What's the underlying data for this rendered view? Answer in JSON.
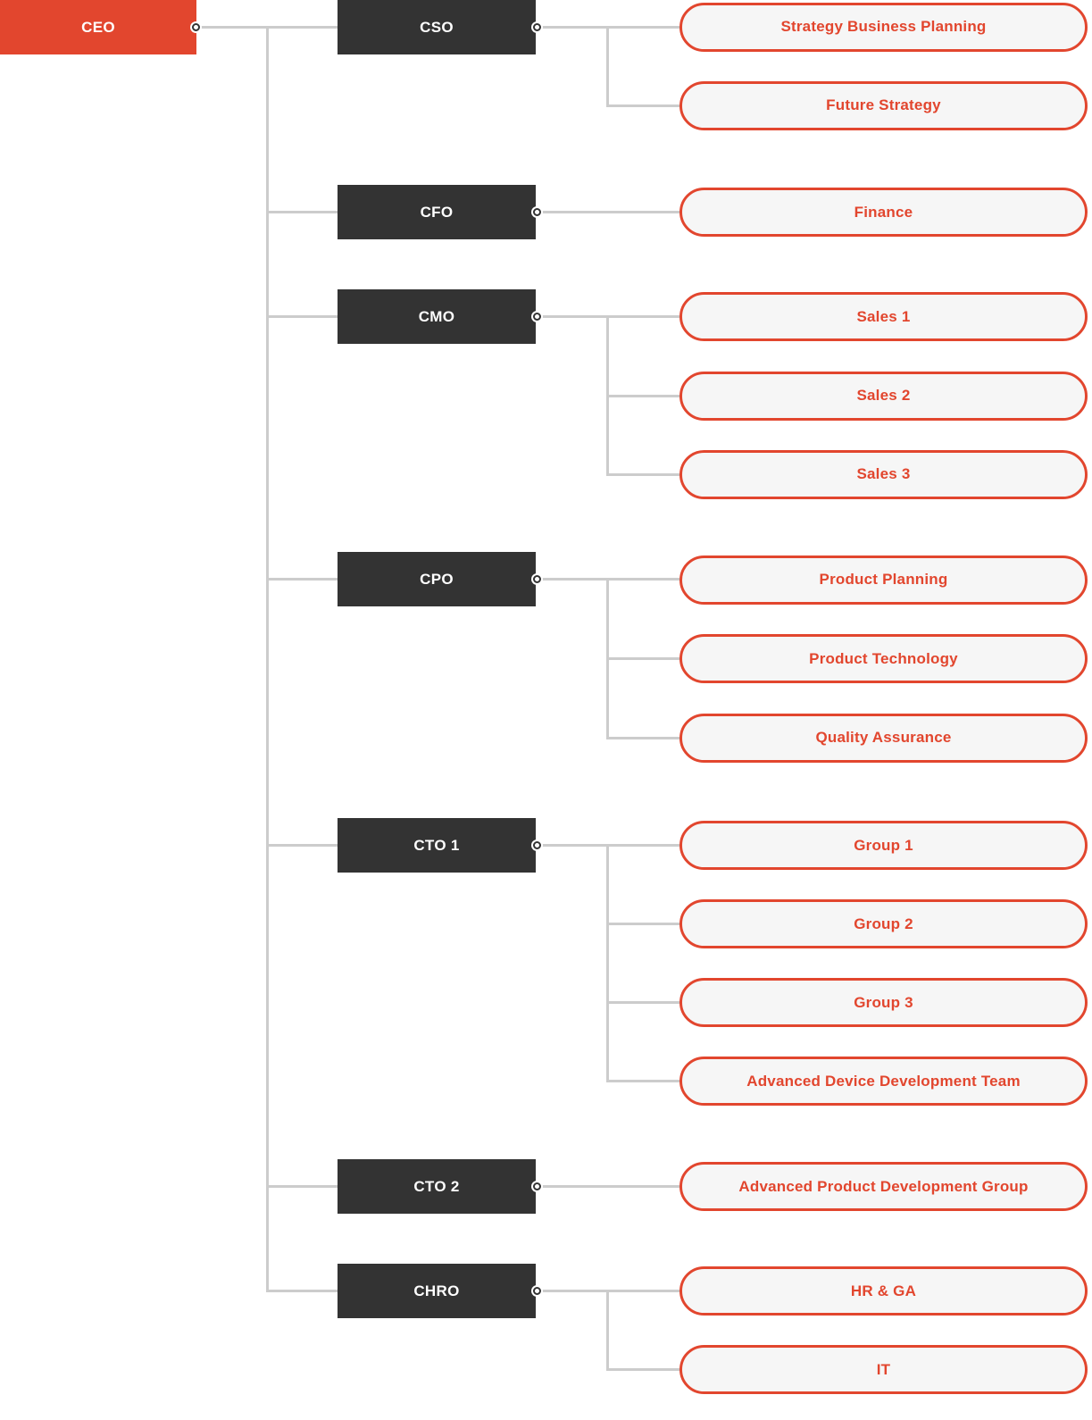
{
  "org": {
    "root": {
      "label": "CEO"
    },
    "managers": [
      {
        "label": "CSO",
        "children": [
          "Strategy Business Planning",
          "Future Strategy"
        ]
      },
      {
        "label": "CFO",
        "children": [
          "Finance"
        ]
      },
      {
        "label": "CMO",
        "children": [
          "Sales 1",
          "Sales 2",
          "Sales 3"
        ]
      },
      {
        "label": "CPO",
        "children": [
          "Product Planning",
          "Product Technology",
          "Quality Assurance"
        ]
      },
      {
        "label": "CTO 1",
        "children": [
          "Group 1",
          "Group 2",
          "Group 3",
          "Advanced Device Development Team"
        ]
      },
      {
        "label": "CTO 2",
        "children": [
          "Advanced Product Development Group"
        ]
      },
      {
        "label": "CHRO",
        "children": [
          "HR & GA",
          "IT"
        ]
      }
    ],
    "colors": {
      "accent": "#E2462E",
      "node_dark": "#333333",
      "connector": "#CCCCCC",
      "leaf_bg": "#F6F6F6",
      "root_bg": "#E2462E",
      "root_text": "#FFFFFF",
      "manager_text": "#FFFFFF",
      "leaf_text": "#E2462E"
    }
  }
}
